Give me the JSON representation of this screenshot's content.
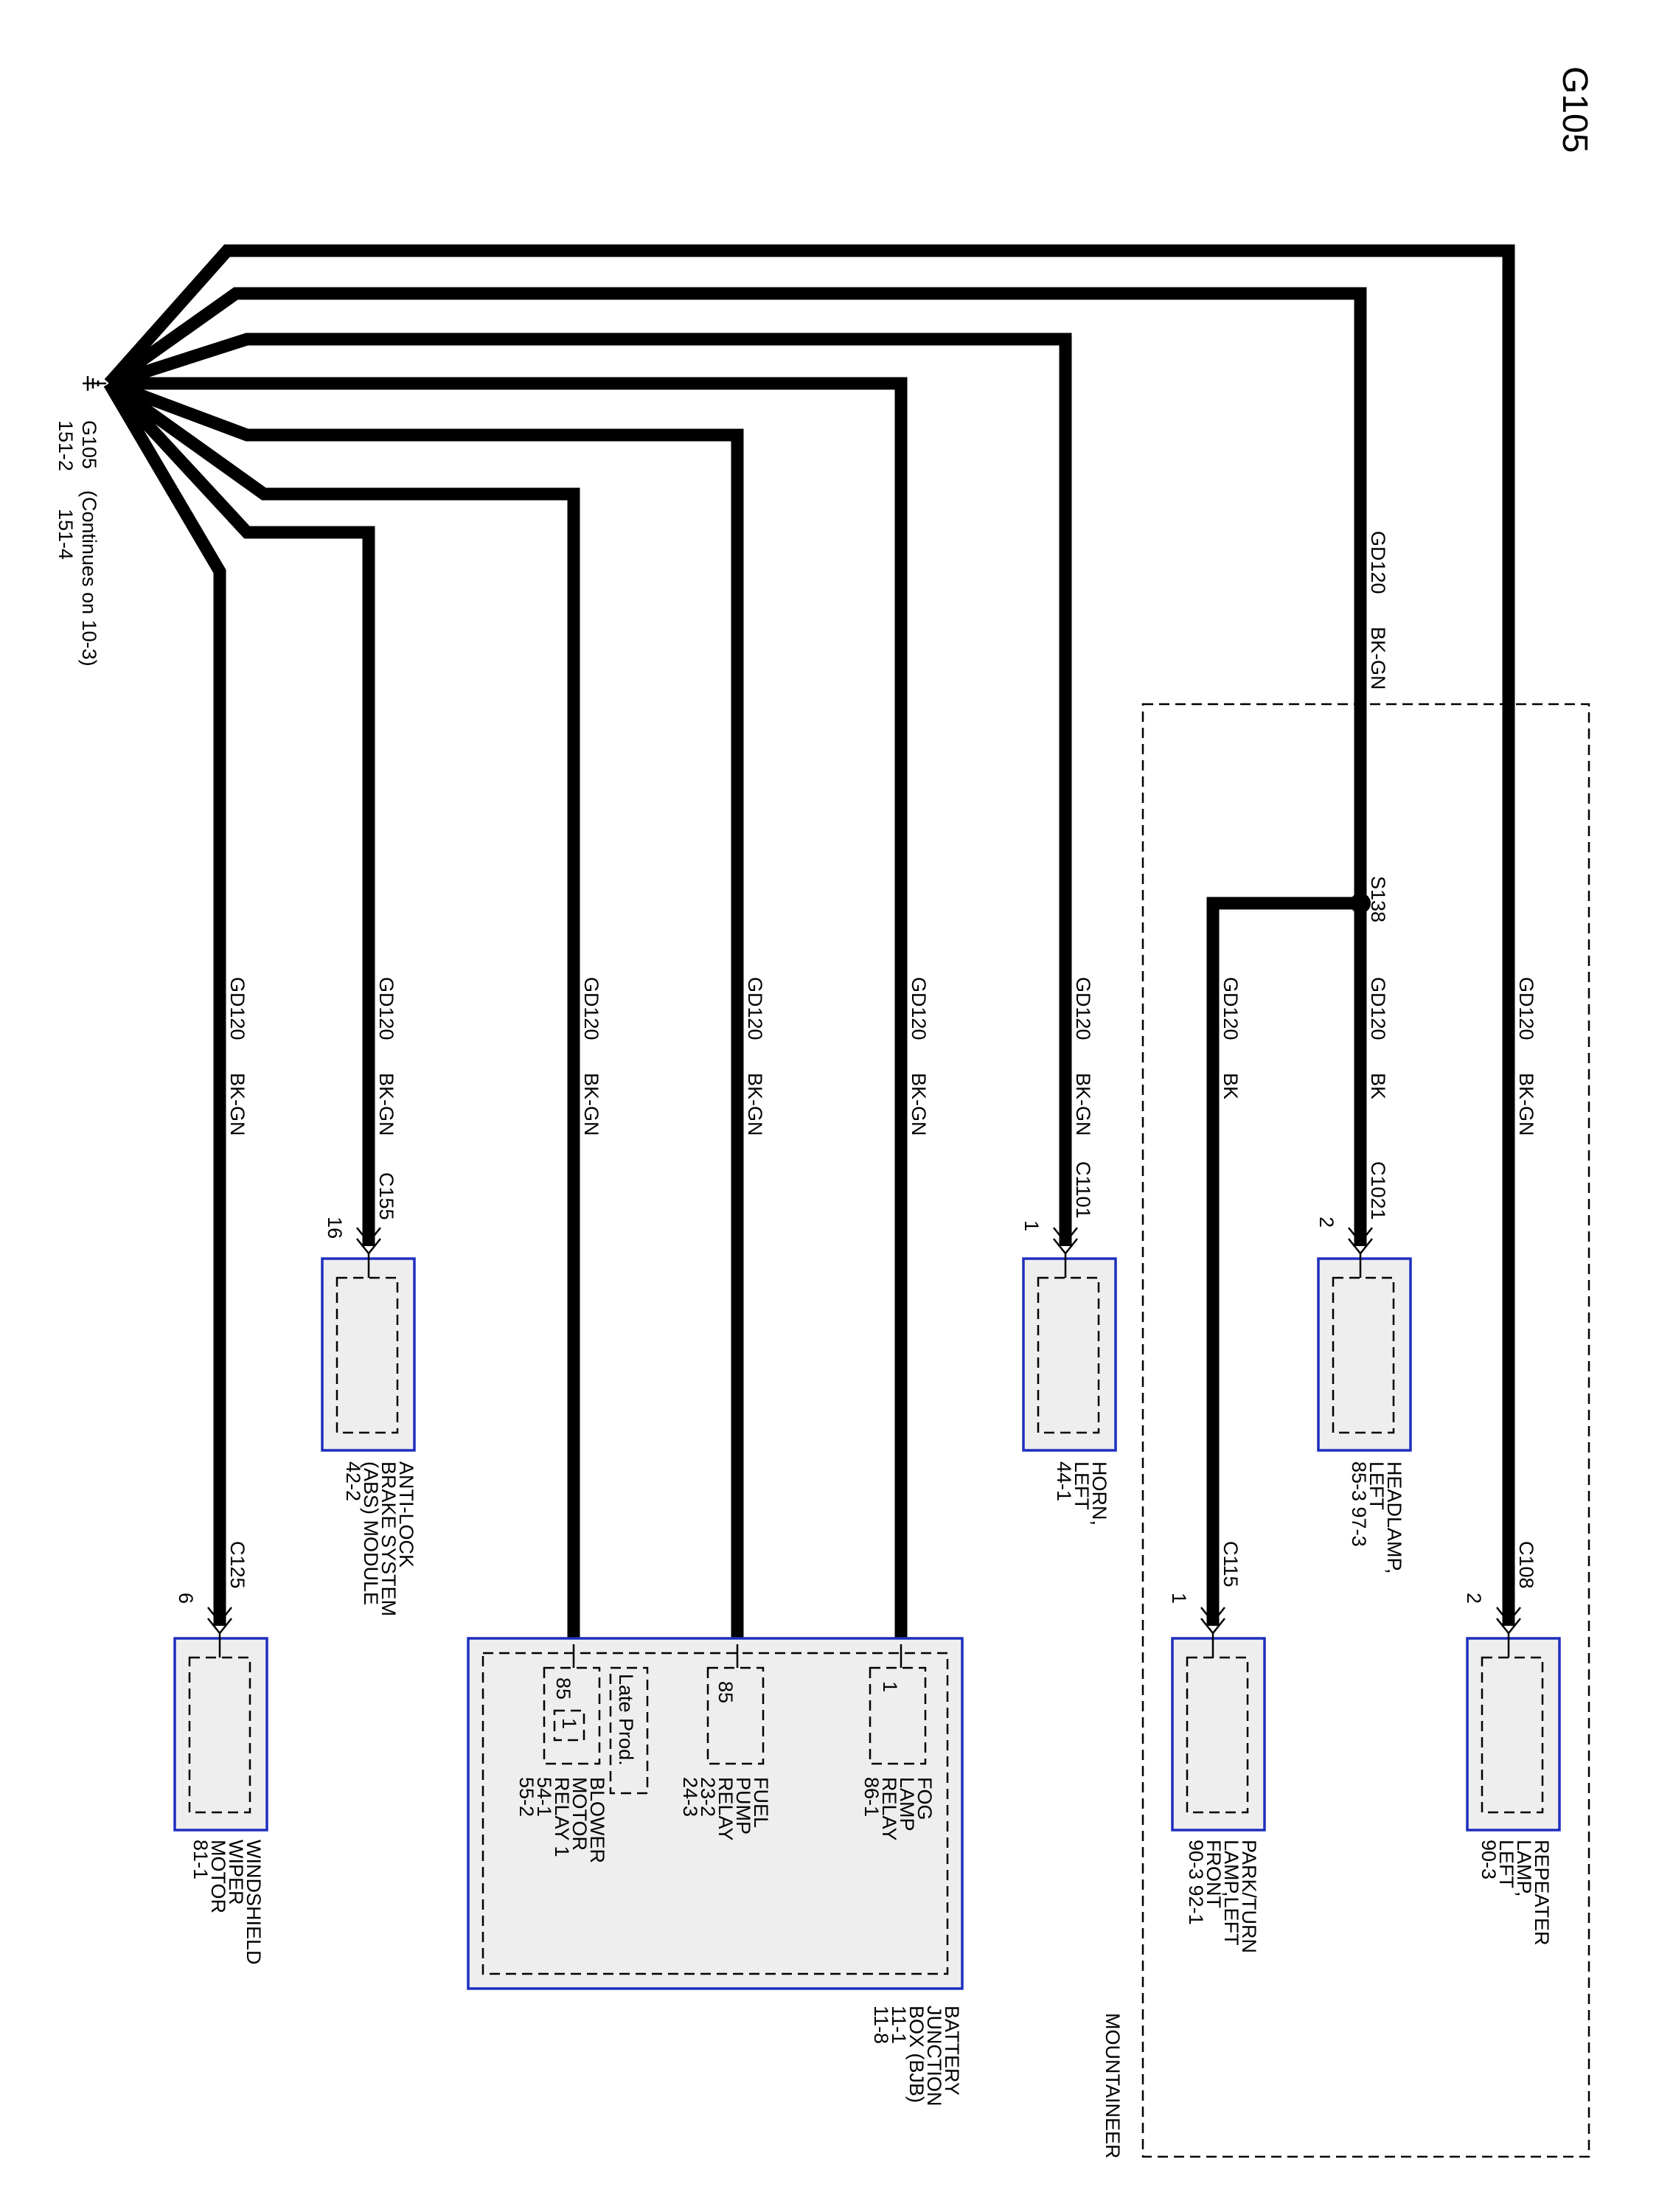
{
  "page_id": "G105",
  "ground": {
    "name": "G105",
    "note": "(Continues on 10-3)",
    "refs": [
      "151-2",
      "151-4"
    ]
  },
  "splice": "S138",
  "region_label": "MOUNTAINEER",
  "wires": [
    {
      "circuit": "GD120",
      "color": "BK-GN"
    },
    {
      "circuit": "GD120",
      "color": "BK"
    }
  ],
  "components": [
    {
      "id": "repeater",
      "name_lines": [
        "REPEATER",
        "LAMP,",
        "LEFT"
      ],
      "refs": "90-3",
      "connector": "C108",
      "pin": "2"
    },
    {
      "id": "parkturn",
      "name_lines": [
        "PARK/TURN",
        "LAMP,LEFT",
        "FRONT"
      ],
      "refs": "90-3   92-1",
      "connector": "C115",
      "pin": "1"
    },
    {
      "id": "headlamp",
      "name_lines": [
        "HEADLAMP,",
        "LEFT"
      ],
      "refs": "85-3   97-3",
      "connector": "C1021",
      "pin": "2"
    },
    {
      "id": "horn",
      "name_lines": [
        "HORN,",
        "LEFT"
      ],
      "refs": "44-1",
      "connector": "C1101",
      "pin": "1"
    },
    {
      "id": "abs",
      "name_lines": [
        "ANTI-LOCK",
        "BRAKE SYSTEM",
        "(ABS) MODULE"
      ],
      "refs": "42-2",
      "connector": "C155",
      "pin": "16"
    },
    {
      "id": "wiper",
      "name_lines": [
        "WINDSHIELD",
        "WIPER",
        "MOTOR"
      ],
      "refs": "81-1",
      "connector": "C125",
      "pin": "6"
    }
  ],
  "bjb": {
    "name_lines": [
      "BATTERY",
      "JUNCTION",
      "BOX (BJB)"
    ],
    "refs": [
      "11-1",
      "11-8"
    ],
    "late_prod": "Late Prod.",
    "relays": [
      {
        "id": "fog",
        "pin": "1",
        "name_lines": [
          "FOG",
          "LAMP",
          "RELAY"
        ],
        "refs": [
          "86-1"
        ]
      },
      {
        "id": "fuel",
        "pin": "85",
        "name_lines": [
          "FUEL",
          "PUMP",
          "RELAY"
        ],
        "refs": [
          "23-2",
          "24-3"
        ]
      },
      {
        "id": "blower",
        "pin": "85",
        "alt_pin": "1",
        "name_lines": [
          "BLOWER",
          "MOTOR",
          "RELAY 1"
        ],
        "refs": [
          "54-1",
          "55-2"
        ]
      }
    ]
  }
}
